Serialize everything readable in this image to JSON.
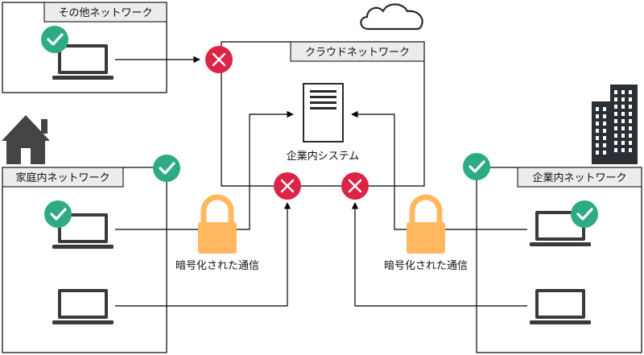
{
  "networks": {
    "other": "その他ネットワーク",
    "cloud": "クラウドネットワーク",
    "home": "家庭内ネットワーク",
    "corporate": "企業内ネットワーク"
  },
  "system": {
    "label": "企業内システム"
  },
  "encrypted": {
    "left": "暗号化された通信",
    "right": "暗号化された通信"
  },
  "colors": {
    "check": "#2eab84",
    "blocked": "#dc2446",
    "lock": "#ffb860",
    "device": "#3a3a3a",
    "tag_bg": "#ececec"
  }
}
